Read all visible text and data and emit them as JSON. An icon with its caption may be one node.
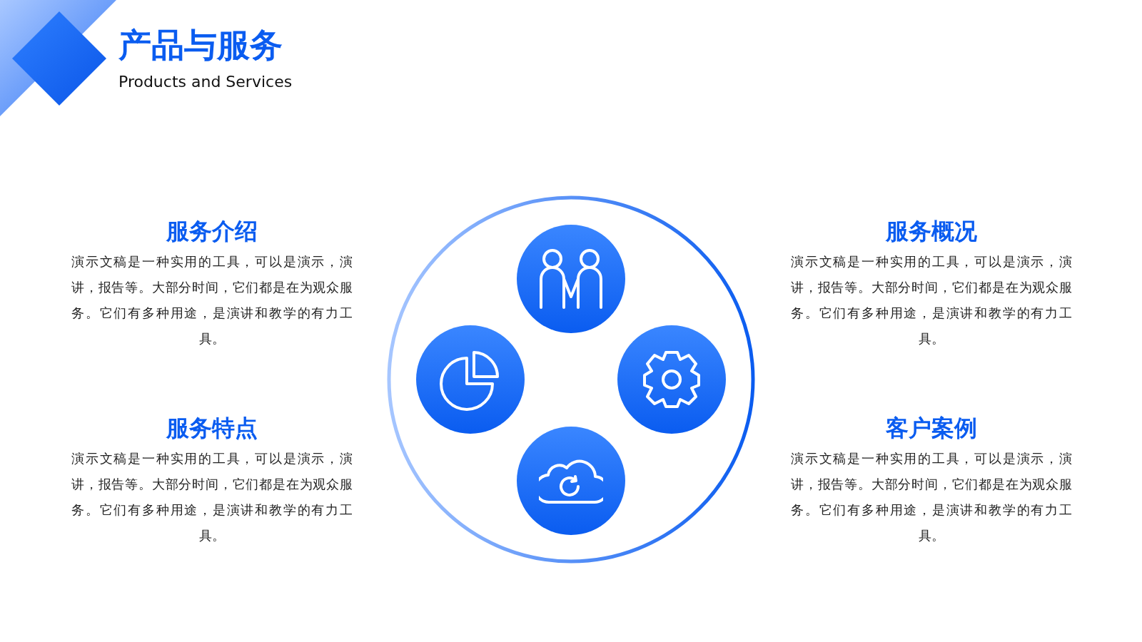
{
  "diagram": {
    "title": "产品与服务",
    "labels": [
      "Products and Services",
      "服务介绍",
      "演示文稿是一种实用的工具，可以是演示，演讲，报告等。大部分时间，它们都是在为观众服务。它们有多种用途，是演讲和教学的有力工具。",
      "服务概况",
      "演示文稿是一种实用的工具，可以是演示，演讲，报告等。大部分时间，它们都是在为观众服务。它们有多种用途，是演讲和教学的有力工具。",
      "服务特点",
      "演示文稿是一种实用的工具，可以是演示，演讲，报告等。大部分时间，它们都是在为观众服务。它们有多种用途，是演讲和教学的有力工具。",
      "客户案例",
      "演示文稿是一种实用的工具，可以是演示，演讲，报告等。大部分时间，它们都是在为观众服务。它们有多种用途，是演讲和教学的有力工具。"
    ]
  }
}
